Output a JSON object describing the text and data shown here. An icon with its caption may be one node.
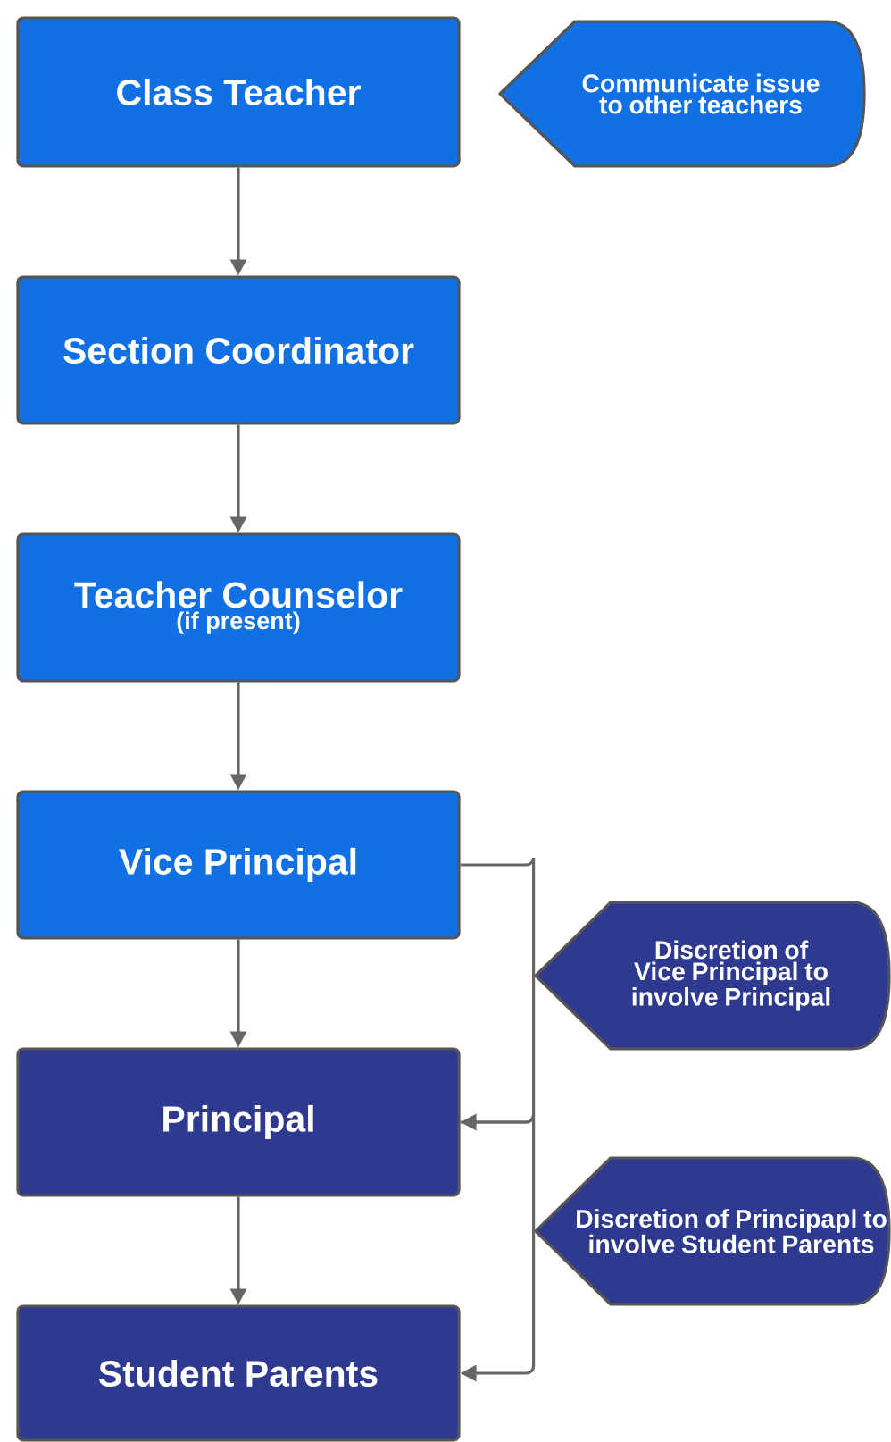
{
  "diagram": {
    "nodes": [
      {
        "text": [
          "Class Teacher"
        ]
      },
      {
        "text": [
          "Section Coordinator"
        ]
      },
      {
        "text": [
          "Teacher Counselor",
          "(if present)"
        ]
      },
      {
        "text": [
          "Vice Principal"
        ]
      },
      {
        "text": [
          "Principal"
        ]
      },
      {
        "text": [
          "Student Parents"
        ]
      },
      {
        "text": [
          "Communicate issue to other teachers"
        ]
      },
      {
        "text": [
          "Discretion of Vice Principal to involve Principal"
        ]
      },
      {
        "text": [
          "Discretion of Principapl to involve Student Parents"
        ]
      }
    ],
    "edges": [
      {
        "from": 0,
        "to": 1,
        "arrow": "to"
      },
      {
        "from": 1,
        "to": 2,
        "arrow": "to"
      },
      {
        "from": 2,
        "to": 3,
        "arrow": "to"
      },
      {
        "from": 3,
        "to": 4,
        "arrow": "to"
      },
      {
        "from": 4,
        "to": 5,
        "arrow": "to"
      },
      {
        "from": 3,
        "to": 4,
        "arrow": "to"
      },
      {
        "from": 4,
        "to": 5,
        "arrow": "to"
      }
    ]
  }
}
